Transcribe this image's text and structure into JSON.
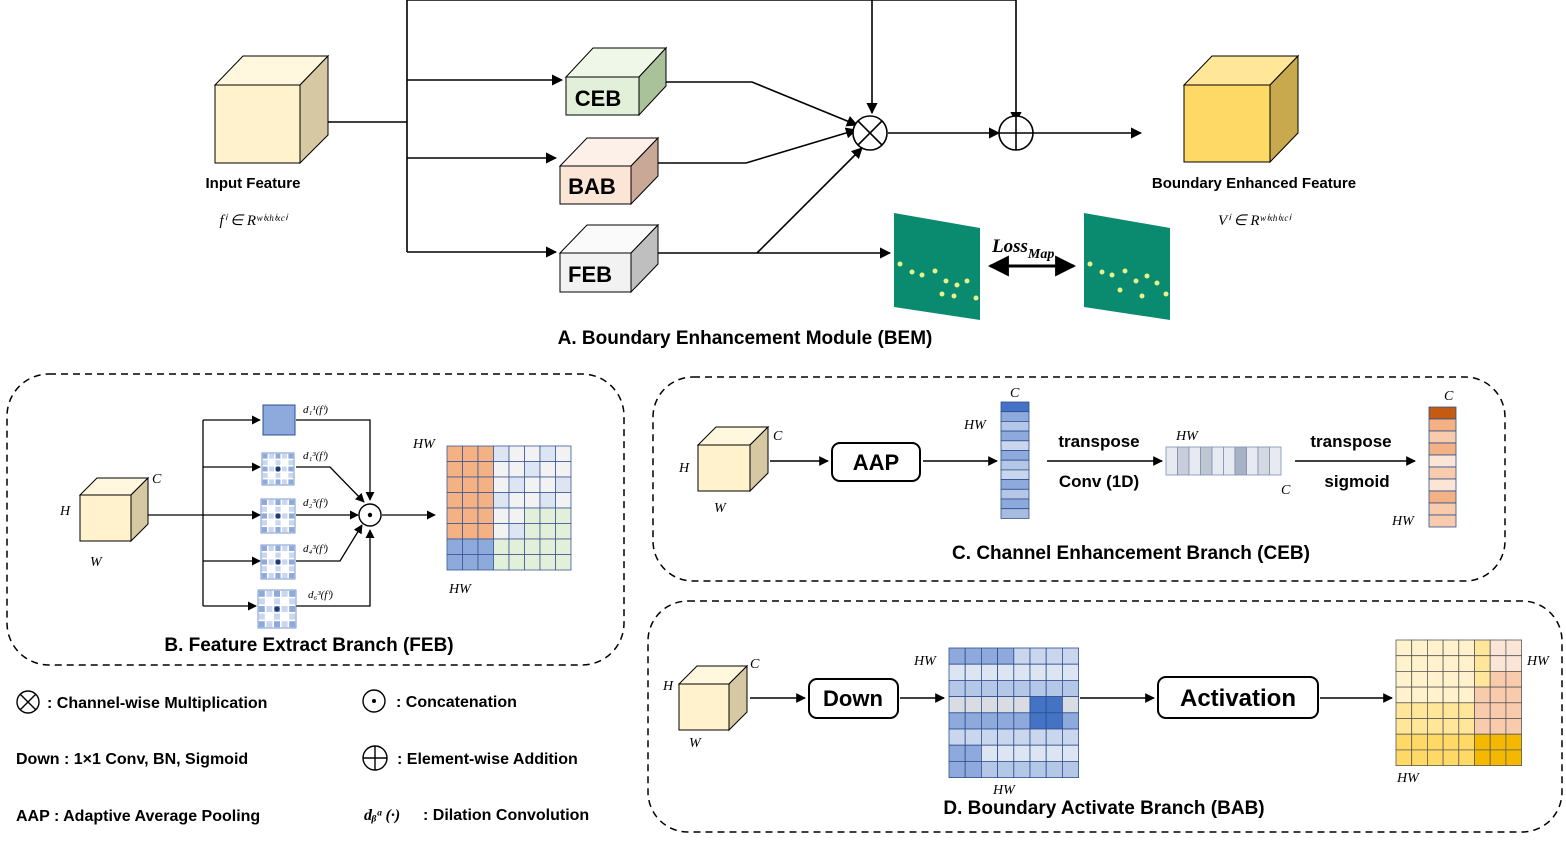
{
  "bem": {
    "title": "A. Boundary Enhancement Module (BEM)",
    "input_label": "Input Feature",
    "input_formula": "fⁱ ∈ Rʷⁱˣʰⁱˣᶜⁱ",
    "output_label": "Boundary Enhanced Feature",
    "output_formula": "Vⁱ ∈ Rʷⁱˣʰⁱˣᶜⁱ",
    "branches": [
      "CEB",
      "BAB",
      "FEB"
    ],
    "loss_label": "Loss",
    "loss_sub": "Map"
  },
  "feb": {
    "title": "B. Feature Extract Branch (FEB)",
    "dims": {
      "h": "H",
      "w": "W",
      "c": "C"
    },
    "convs": [
      "d₁¹(fⁱ)",
      "d₁³(fⁱ)",
      "d₂³(fⁱ)",
      "d₄³(fⁱ)",
      "d₆³(fⁱ)"
    ],
    "matrix_top": "HW",
    "matrix_bottom": "HW"
  },
  "ceb": {
    "title": "C. Channel Enhancement Branch (CEB)",
    "dims": {
      "h": "H",
      "w": "W",
      "c": "C"
    },
    "aap": "AAP",
    "op1_top": "transpose",
    "op1_bottom": "Conv (1D)",
    "op2_top": "transpose",
    "op2_bottom": "sigmoid",
    "vec1_c": "C",
    "vec1_hw": "HW",
    "row_hw": "HW",
    "row_c": "C",
    "vec2_c": "C",
    "vec2_hw": "HW"
  },
  "bab": {
    "title": "D. Boundary Activate Branch (BAB)",
    "dims": {
      "h": "H",
      "w": "W",
      "c": "C"
    },
    "down": "Down",
    "activation": "Activation",
    "m1_top": "HW",
    "m1_bottom": "HW",
    "m2_right": "HW",
    "m2_bottom": "HW"
  },
  "legend": {
    "mult": ": Channel-wise Multiplication",
    "concat": ": Concatenation",
    "down_def": "Down : 1×1 Conv, BN, Sigmoid",
    "add": ": Element-wise Addition",
    "aap_def": "AAP : Adaptive Average Pooling",
    "dil_sym": "dᵦᵃ (·)",
    "dil": ": Dilation Convolution"
  },
  "colors": {
    "input_cube": "#FFF2CC",
    "output_cube": "#FFD966",
    "ceb": "#E2F0D9",
    "bab": "#FBE5D6",
    "feb": "#F2F2F2",
    "blue": "#8EA9DB",
    "orange": "#F4B183",
    "green": "#0A8A6E"
  }
}
